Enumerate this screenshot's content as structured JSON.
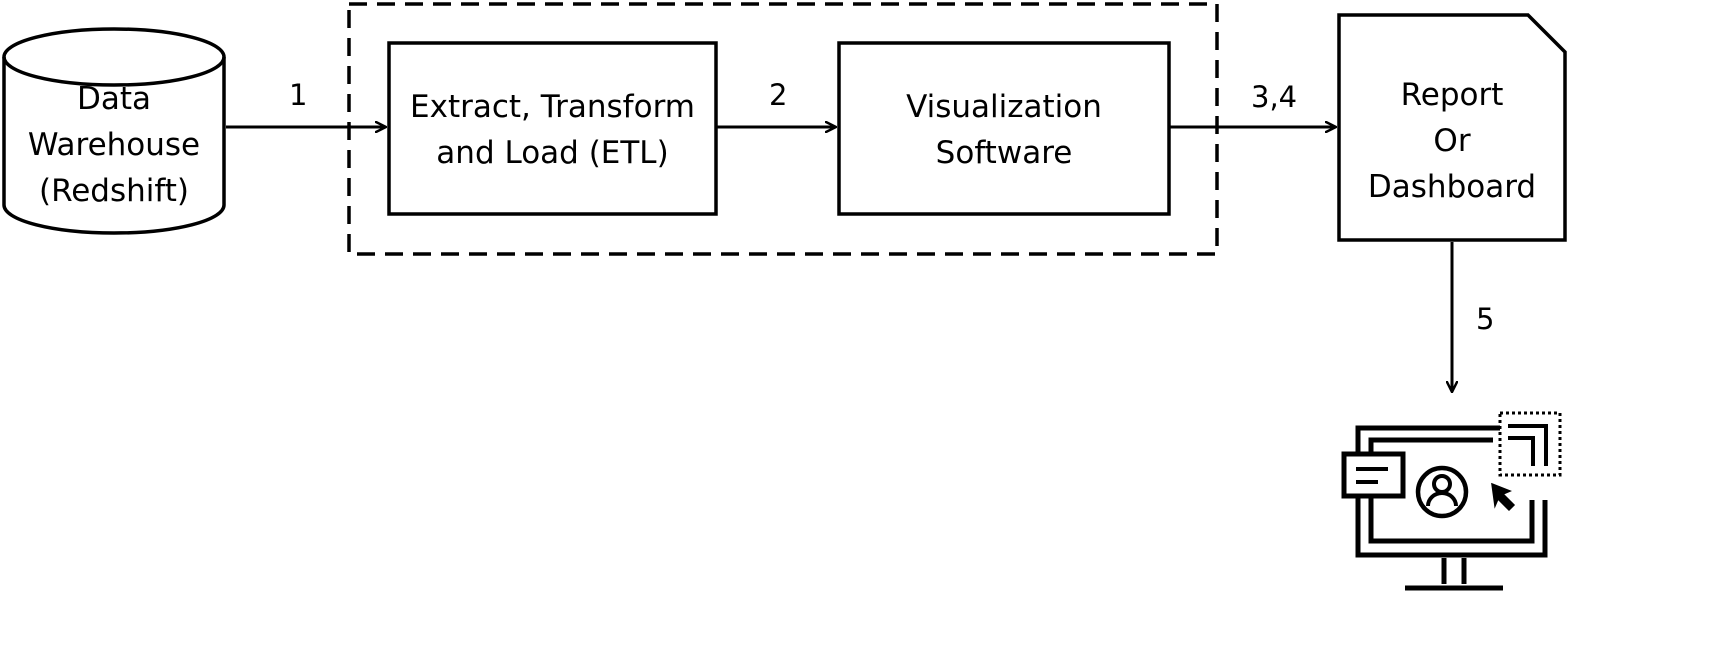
{
  "nodes": {
    "data_warehouse": {
      "lines": [
        "Data",
        "Warehouse",
        "(Redshift)"
      ]
    },
    "etl": {
      "lines": [
        "Extract, Transform",
        "and Load (ETL)"
      ]
    },
    "visualization": {
      "lines": [
        "Visualization",
        "Software"
      ]
    },
    "report": {
      "lines": [
        "Report",
        "Or",
        "Dashboard"
      ]
    }
  },
  "steps": {
    "s1": "1",
    "s2": "2",
    "s34": "3,4",
    "s5": "5"
  },
  "icons": {
    "end_user": "monitor-user-icon"
  },
  "colors": {
    "stroke": "#000000",
    "background": "#ffffff"
  }
}
